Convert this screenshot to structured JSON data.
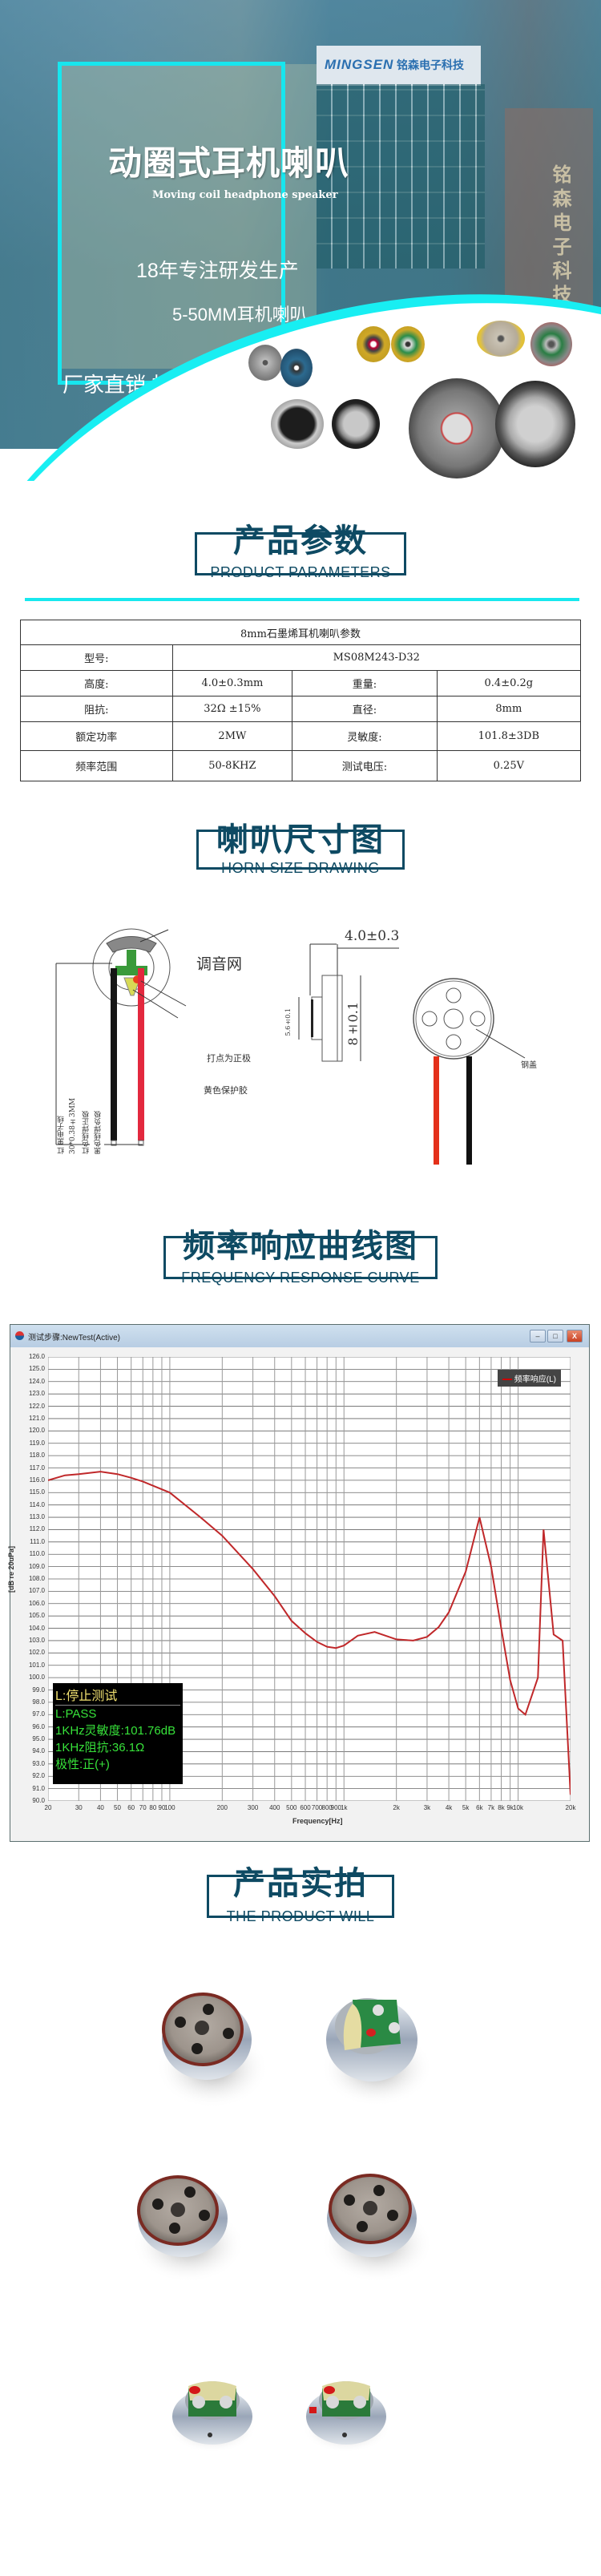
{
  "hero": {
    "sign_logo": "MINGSEN",
    "sign_cn": "铭森电子科技",
    "pillar_text": "铭森电子科技有限公司",
    "title": "动圈式耳机喇叭",
    "subtitle_en": "Moving coil headphone speaker",
    "line1": "18年专注研发生产",
    "line2": "5-50MM耳机喇叭",
    "line3": "厂家直销 加工定制",
    "accent_color": "#17e8ee"
  },
  "sections": {
    "params": {
      "cn": "产品参数",
      "en": "PRODUCT PARAMETERS"
    },
    "drawing": {
      "cn": "喇叭尺寸图",
      "en": "HORN SIZE DRAWING"
    },
    "freq": {
      "cn": "频率响应曲线图",
      "en": "FREQUENCY RESPONSE CURVE"
    },
    "photos": {
      "cn": "产品实拍",
      "en": "THE PRODUCT WILL"
    },
    "heading_color": "#0e4a63"
  },
  "table": {
    "title": "8mm石墨烯耳机喇叭参数",
    "model_label": "型号:",
    "model_value": "MS08M243-D32",
    "rows": [
      {
        "l1": "高度:",
        "v1": "4.0±0.3mm",
        "l2": "重量:",
        "v2": "0.4±0.2g"
      },
      {
        "l1": "阻抗:",
        "v1": "32Ω ±15%",
        "l2": "直径:",
        "v2": "8mm"
      },
      {
        "l1": "额定功率",
        "v1": "2MW",
        "l2": "灵敏度:",
        "v2": "101.8±3DB"
      },
      {
        "l1": "频率范围",
        "v1": "50-8KHZ",
        "l2": "测试电压:",
        "v2": "0.25V"
      }
    ]
  },
  "drawing": {
    "mesh_label": "调音网",
    "positive_label": "打点为正极",
    "glue_label": "黄色保护胶",
    "wire_note_1": "红  黑电子线",
    "wire_note_2": "30*0.38±3MM",
    "wire_note_3": "红色线焊正极",
    "wire_note_4": "黑色线焊负极",
    "height_dim": "4.0±0.3",
    "inner_dim": "5.6±0.1",
    "diameter_dim": "8±0.1",
    "cap_label": "钢盖"
  },
  "chart_window": {
    "title": "测试步骤:NewTest(Active)",
    "btn_min": "–",
    "btn_max": "□",
    "btn_close": "X",
    "legend": "频率响应(L)",
    "status_title": "L:停止测试",
    "status_lines": [
      "L:PASS",
      "1KHz灵敏度:101.76dB",
      "1KHz阻抗:36.1Ω",
      "极性:正(+)"
    ]
  },
  "chart_data": {
    "type": "line",
    "title": "频率响应(L)",
    "xlabel": "Frequency[Hz]",
    "ylabel": "[dB re 20uPa]",
    "x_scale": "log",
    "xlim": [
      20,
      20000
    ],
    "ylim": [
      90,
      126
    ],
    "grid": true,
    "legend_position": "top-right",
    "x_ticks": [
      "20",
      "30",
      "40",
      "50",
      "60",
      "70",
      "80",
      "90",
      "100",
      "200",
      "300",
      "400",
      "500",
      "600",
      "700",
      "800",
      "900",
      "1k",
      "2k",
      "3k",
      "4k",
      "5k",
      "6k",
      "7k",
      "8k",
      "9k",
      "10k",
      "20k"
    ],
    "y_ticks": [
      "126.0",
      "125.0",
      "124.0",
      "123.0",
      "122.0",
      "121.0",
      "120.0",
      "119.0",
      "118.0",
      "117.0",
      "116.0",
      "115.0",
      "114.0",
      "113.0",
      "112.0",
      "111.0",
      "110.0",
      "109.0",
      "108.0",
      "107.0",
      "106.0",
      "105.0",
      "104.0",
      "103.0",
      "102.0",
      "101.0",
      "100.0",
      "99.0",
      "98.0",
      "97.0",
      "96.0",
      "95.0",
      "94.0",
      "93.0",
      "92.0",
      "91.0",
      "90.0"
    ],
    "series": [
      {
        "name": "频率响应(L)",
        "color": "#c0282a",
        "x": [
          20,
          25,
          30,
          40,
          50,
          60,
          70,
          100,
          150,
          200,
          300,
          400,
          500,
          600,
          700,
          800,
          900,
          1000,
          1200,
          1500,
          2000,
          2500,
          3000,
          3500,
          4000,
          5000,
          6000,
          7000,
          8000,
          9000,
          10000,
          11000,
          13000,
          14000,
          16000,
          18000,
          20000
        ],
        "values": [
          116.0,
          116.4,
          116.5,
          116.7,
          116.5,
          116.2,
          115.9,
          115.0,
          113.0,
          111.5,
          108.8,
          106.6,
          104.6,
          103.6,
          102.9,
          102.5,
          102.4,
          102.6,
          103.4,
          103.7,
          103.1,
          103.0,
          103.3,
          104.1,
          105.3,
          108.6,
          113.0,
          109.0,
          104.0,
          99.8,
          97.5,
          97.0,
          100.0,
          112.0,
          103.5,
          103.0,
          90.5
        ]
      }
    ]
  },
  "photos": {
    "alt": [
      "product-photo-top-front",
      "product-photo-top-back",
      "product-photo-mid-left",
      "product-photo-mid-right",
      "product-photo-bottom-left",
      "product-photo-bottom-right"
    ]
  }
}
